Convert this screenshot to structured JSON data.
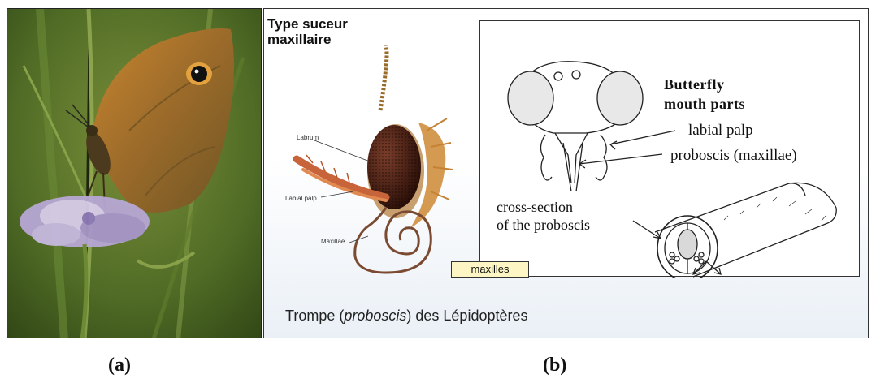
{
  "panel_a": {
    "label": "(a)",
    "photo_description_icon": "butterfly-photo"
  },
  "panel_b": {
    "label": "(b)",
    "type_title_line1": "Type suceur",
    "type_title_line2": "maxillaire",
    "head_labels": {
      "labrum": "Labrum",
      "labial_palp": "Labial palp",
      "maxillae": "Maxillae"
    },
    "inset": {
      "title_line1": "Butterfly",
      "title_line2": "mouth parts",
      "labial_palp": "labial palp",
      "proboscis": "proboscis (maxillae)",
      "cross_section_line1": "cross-section",
      "cross_section_line2": "of the proboscis",
      "maxilles": "maxilles"
    },
    "caption_prefix": "Trompe (",
    "caption_italic": "proboscis",
    "caption_suffix": ") des Lépidoptères"
  }
}
